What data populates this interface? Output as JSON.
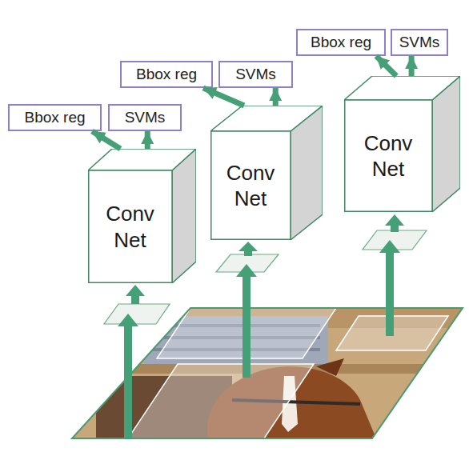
{
  "diagram": {
    "nodes": [
      {
        "text": [
          "Bbox reg"
        ]
      },
      {
        "text": [
          "SVMs"
        ]
      },
      {
        "text": [
          "Conv Net"
        ]
      },
      {
        "text": [
          "Bbox reg"
        ]
      },
      {
        "text": [
          "SVMs"
        ]
      },
      {
        "text": [
          "Conv Net"
        ]
      },
      {
        "text": [
          "Bbox reg"
        ]
      },
      {
        "text": [
          "SVMs"
        ]
      },
      {
        "text": [
          "Conv Net"
        ]
      }
    ],
    "edges": [
      {
        "from": 2,
        "to": 0,
        "arrow": "to"
      },
      {
        "from": 2,
        "to": 1,
        "arrow": "to"
      },
      {
        "from": 5,
        "to": 3,
        "arrow": "to"
      },
      {
        "from": 5,
        "to": 4,
        "arrow": "to"
      },
      {
        "from": 8,
        "to": 6,
        "arrow": "to"
      },
      {
        "from": 8,
        "to": 7,
        "arrow": "to"
      }
    ]
  }
}
